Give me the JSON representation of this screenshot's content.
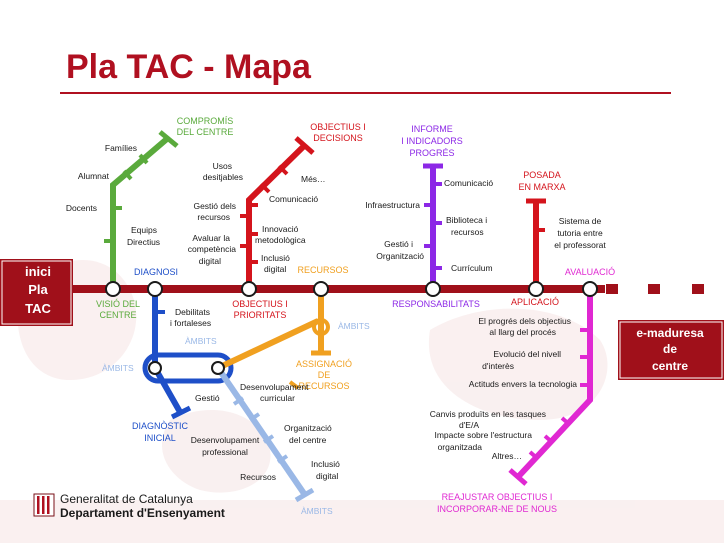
{
  "title": "Pla TAC - Mapa",
  "colors": {
    "title": "#b01020",
    "rule": "#b01020",
    "main_line": "#a0101a",
    "green": "#5aaa3c",
    "red": "#d4141c",
    "blue": "#1e4fc8",
    "light_blue": "#9ab8e6",
    "orange": "#f0a020",
    "purple": "#8c28e6",
    "magenta": "#e028d2",
    "box_fill": "#a0101a",
    "box_text": "#ffffff",
    "watermark": "#f5e4e4"
  },
  "boxes": {
    "start": [
      "inici",
      "Pla",
      "TAC"
    ],
    "end": [
      "e-maduresa",
      "de",
      "centre"
    ]
  },
  "stations": {
    "visio": [
      "VISIÓ DEL",
      "CENTRE"
    ],
    "diagnosi": "DIAGNOSI",
    "objectius": [
      "OBJECTIUS I",
      "PRIORITATS"
    ],
    "recursos": "RECURSOS",
    "responsabilitats": "RESPONSABILITATS",
    "aplicacio": "APLICACIÓ",
    "avaluacio": "AVALUACIÓ"
  },
  "branches": {
    "green": {
      "title": [
        "COMPROMÍS",
        "DEL CENTRE"
      ],
      "labels": {
        "families": "Famílies",
        "alumnat": "Alumnat",
        "docents": "Docents",
        "equips": [
          "Equips",
          "Directius"
        ]
      }
    },
    "red": {
      "title": [
        "OBJECTIUS I",
        "DECISIONS"
      ],
      "labels": {
        "usos": [
          "Usos",
          "desitjables"
        ],
        "mes": "Més…",
        "comunicacio": "Comunicació",
        "gestio": [
          "Gestió dels",
          "recursos"
        ],
        "innovacio": [
          "Innovació",
          "metodològica"
        ],
        "avaluar": [
          "Avaluar la",
          "competència",
          "digital"
        ],
        "inclusio": [
          "Inclusió",
          "digital"
        ]
      }
    },
    "purple": {
      "title": [
        "INFORME",
        "I INDICADORS",
        "PROGRÉS"
      ],
      "labels": {
        "comunicacio": "Comunicació",
        "infraestructura": "Infraestructura",
        "biblioteca": [
          "Biblioteca i",
          "recursos"
        ],
        "gestio": [
          "Gestió i",
          "Organització"
        ],
        "curriculum": "Currículum"
      }
    },
    "aplicacio": {
      "title": [
        "POSADA",
        "EN MARXA"
      ],
      "labels": {
        "sistema": [
          "Sistema de",
          "tutoria entre",
          "el professorat"
        ]
      }
    },
    "blue": {
      "title": [
        "DIAGNÒSTIC",
        "INICIAL"
      ],
      "labels": {
        "debilitats": [
          "Debilitats",
          "i fortaleses"
        ],
        "ambits_top": "ÀMBITS",
        "ambits_left": "ÀMBITS",
        "gestio": "Gestió"
      }
    },
    "light_blue": {
      "labels": {
        "desenv_pro": [
          "Desenvolupament",
          "professional"
        ],
        "organitzacio": [
          "Organització",
          "del centre"
        ],
        "recursos": "Recursos",
        "inclusio": [
          "Inclusió",
          "digital"
        ],
        "ambits_bottom": "ÀMBITS"
      }
    },
    "orange": {
      "title": [
        "ASSIGNACIÓ",
        "DE",
        "RECURSOS"
      ],
      "labels": {
        "ambits": "ÀMBITS",
        "desenv_curr": [
          "Desenvolupament",
          "curricular"
        ]
      }
    },
    "magenta": {
      "title": [
        "REAJUSTAR OBJECTIUS I",
        "INCORPORAR-NE DE NOUS"
      ],
      "labels": {
        "progres": [
          "El progrés dels objectius",
          "al llarg del procés"
        ],
        "evolucio": [
          "Evolució del nivell",
          "d'interès"
        ],
        "actituds": "Actituds envers la tecnologia",
        "canvis": [
          "Canvis produïts en les tasques",
          "d'E/A"
        ],
        "impacte": [
          "Impacte sobre l'estructura",
          "organitzada"
        ],
        "altres": "Altres…"
      }
    }
  },
  "logo": {
    "line1": "Generalitat de Catalunya",
    "line2": "Departament d'Ensenyament"
  }
}
